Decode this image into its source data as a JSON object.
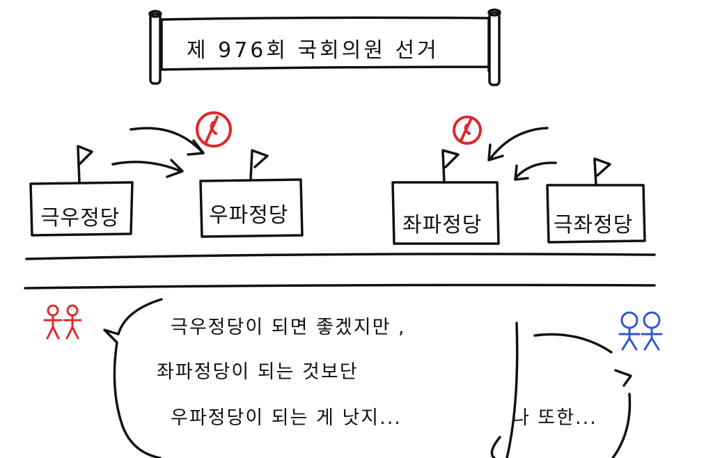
{
  "banner": {
    "title": "제 976회 국회의원 선거"
  },
  "parties": [
    {
      "name": "극우정당"
    },
    {
      "name": "우파정당"
    },
    {
      "name": "좌파정당"
    },
    {
      "name": "극좌정당"
    }
  ],
  "speech_left": {
    "lines": [
      "극우정당이 되면 좋겠지만 ,",
      "좌파정당이 되는 것보단",
      "우파정당이 되는 게 낫지..."
    ]
  },
  "speech_right": {
    "text": "나 또한..."
  },
  "colors": {
    "ink": "#111111",
    "vote_mark_red": "#e0262a",
    "right_group": "#e0262a",
    "left_group": "#2f56d8"
  },
  "icons": {
    "vote_mark": "vote-stamp-icon",
    "flag": "flag-icon",
    "person": "stick-figure-icon"
  }
}
